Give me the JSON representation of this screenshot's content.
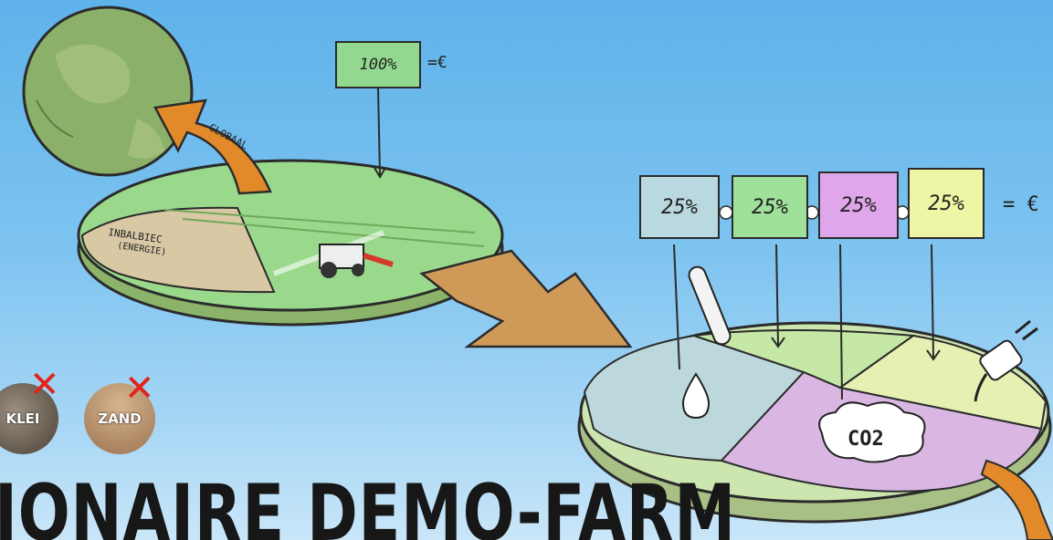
{
  "diagram": {
    "top_box_label": "100%",
    "top_box_equals": "=€",
    "global_label": "GLOBAAL",
    "field_label_line1": "INBALBIEC",
    "field_label_line2": "(ENERGIE)",
    "split_boxes": [
      {
        "label": "25%",
        "color": "#b9d8e0"
      },
      {
        "label": "25%",
        "color": "#9fe09a"
      },
      {
        "label": "25%",
        "color": "#e0a6ec"
      },
      {
        "label": "25%",
        "color": "#eef5a4"
      }
    ],
    "split_equals": "= €",
    "co2_label": "CO2",
    "soil_badges": [
      {
        "label": "KLEI",
        "icon": "clay-soil-icon"
      },
      {
        "label": "ZAND",
        "icon": "sand-soil-icon"
      }
    ],
    "title": "IONAIRE DEMO-FARM"
  }
}
